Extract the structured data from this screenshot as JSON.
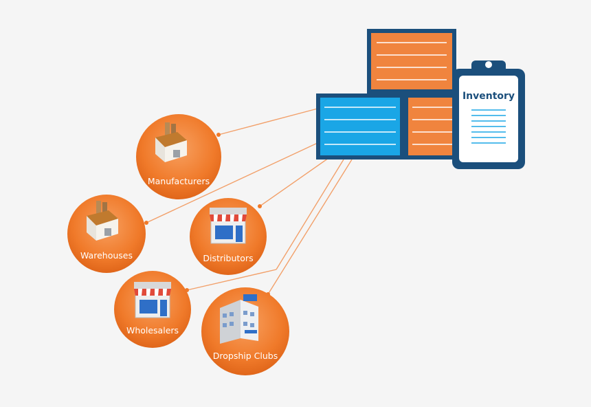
{
  "inventory": {
    "clipboard_label": "Inventory"
  },
  "nodes": [
    {
      "id": "manufacturers",
      "label": "Manufacturers",
      "icon": "factory-icon"
    },
    {
      "id": "warehouses",
      "label": "Warehouses",
      "icon": "factory-icon"
    },
    {
      "id": "distributors",
      "label": "Distributors",
      "icon": "storefront-icon"
    },
    {
      "id": "wholesalers",
      "label": "Wholesalers",
      "icon": "storefront-icon"
    },
    {
      "id": "dropship",
      "label": "Dropship Clubs",
      "icon": "office-building-icon"
    }
  ],
  "colors": {
    "orange": "#f07a2a",
    "orange_light": "#f5924a",
    "navy": "#1b4f7c",
    "blue": "#1aa6e6",
    "box_orange": "#f0843e",
    "connector": "#f2a06a"
  }
}
